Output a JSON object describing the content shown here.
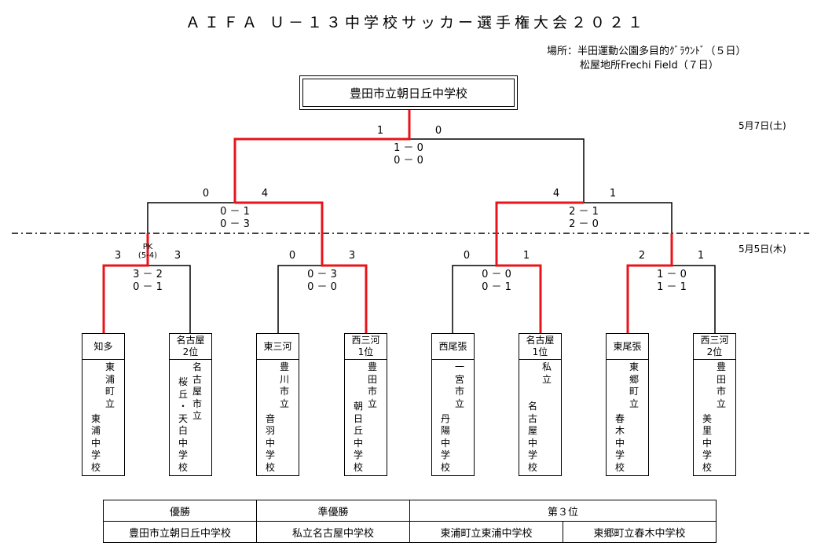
{
  "title": "ＡＩＦＡ Ｕ－１３中学校サッカー選手権大会２０２１",
  "venue": {
    "line1": "場所：半田運動公園多目的ｸﾞﾗｳﾝﾄﾞ（５日）",
    "line2": "松屋地所Frechi Field（７日）"
  },
  "champion": "豊田市立朝日丘中学校",
  "dates": {
    "final": "5月7日(土)",
    "round1": "5月5日(木)"
  },
  "final": {
    "left_score": "1",
    "right_score": "0",
    "half1": "1 － 0",
    "half2": "0 － 0"
  },
  "semis": [
    {
      "left_score": "0",
      "right_score": "4",
      "half1": "0 － 1",
      "half2": "0 － 3"
    },
    {
      "left_score": "4",
      "right_score": "1",
      "half1": "2 － 1",
      "half2": "2 － 0"
    }
  ],
  "quarters": [
    {
      "left_score": "3",
      "right_score": "3",
      "pk_label": "PK",
      "pk_score": "(5-4)",
      "half1": "3 － 2",
      "half2": "0 － 1"
    },
    {
      "left_score": "0",
      "right_score": "3",
      "half1": "0 － 3",
      "half2": "0 － 0"
    },
    {
      "left_score": "0",
      "right_score": "1",
      "half1": "0 － 0",
      "half2": "0 － 1"
    },
    {
      "left_score": "2",
      "right_score": "1",
      "half1": "1 － 0",
      "half2": "1 － 1"
    }
  ],
  "teams": [
    {
      "name": [
        "知多"
      ],
      "school_a": "東浦町立",
      "school_b": "東浦中学校"
    },
    {
      "name": [
        "名古屋",
        "2位"
      ],
      "school_a": "名古屋市立",
      "school_b": "桜丘・天白中学校"
    },
    {
      "name": [
        "東三河"
      ],
      "school_a": "豊川市立",
      "school_b": "音羽中学校"
    },
    {
      "name": [
        "西三河",
        "1位"
      ],
      "school_a": "豊田市立",
      "school_b": "朝日丘中学校"
    },
    {
      "name": [
        "西尾張"
      ],
      "school_a": "一宮市立",
      "school_b": "丹陽中学校"
    },
    {
      "name": [
        "名古屋",
        "1位"
      ],
      "school_a": "私立",
      "school_b": "名古屋中学校"
    },
    {
      "name": [
        "東尾張"
      ],
      "school_a": "東郷町立",
      "school_b": "春木中学校"
    },
    {
      "name": [
        "西三河",
        "2位"
      ],
      "school_a": "豊田市立",
      "school_b": "美里中学校"
    }
  ],
  "results": {
    "headers": {
      "winner": "優勝",
      "runner_up": "準優勝",
      "third": "第３位"
    },
    "winner": "豊田市立朝日丘中学校",
    "runner_up": "私立名古屋中学校",
    "third": [
      "東浦町立東浦中学校",
      "東郷町立春木中学校"
    ]
  },
  "colors": {
    "winner_line": "#e8141b",
    "line": "#000000"
  }
}
